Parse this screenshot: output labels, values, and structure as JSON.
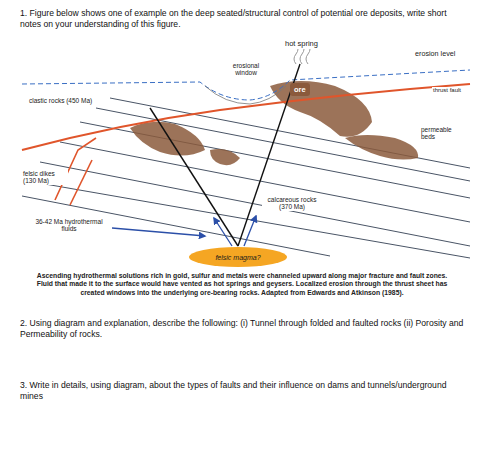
{
  "diagram": {
    "caption": "Ascending hydrothermal solutions rich in gold, sulfur and metals were channeled upward along major fracture and fault zones. Fluid that made it to the surface would have vented as hot springs and geysers. Localized erosion through the thrust sheet has created windows into the underlying ore-bearing rocks. Adapted from Edwards and Atkinson (1985).",
    "nodes": [
      {
        "text": [
          "ore"
        ]
      },
      {
        "text": [
          "felsic magma?"
        ]
      }
    ],
    "labels": [
      "1. Figure below shows one of example on the deep seated/structural control of potential ore deposits, write short notes on your understanding of this figure.",
      "hot spring",
      "erosion level",
      "erosional window",
      "thrust fault",
      "clastic rocks (450 Ma)",
      "permeable beds",
      "felsic dikes (130 Ma)",
      "36-42 Ma hydrothermal fluids",
      "calcareous rocks (370 Ma)",
      "2. Using diagram and explanation, describe the following: (i) Tunnel through folded and faulted rocks (ii) Porosity and Permeability of rocks.",
      "3. Write in details, using diagram, about the types of faults and their influence on dams and tunnels/underground mines"
    ]
  }
}
